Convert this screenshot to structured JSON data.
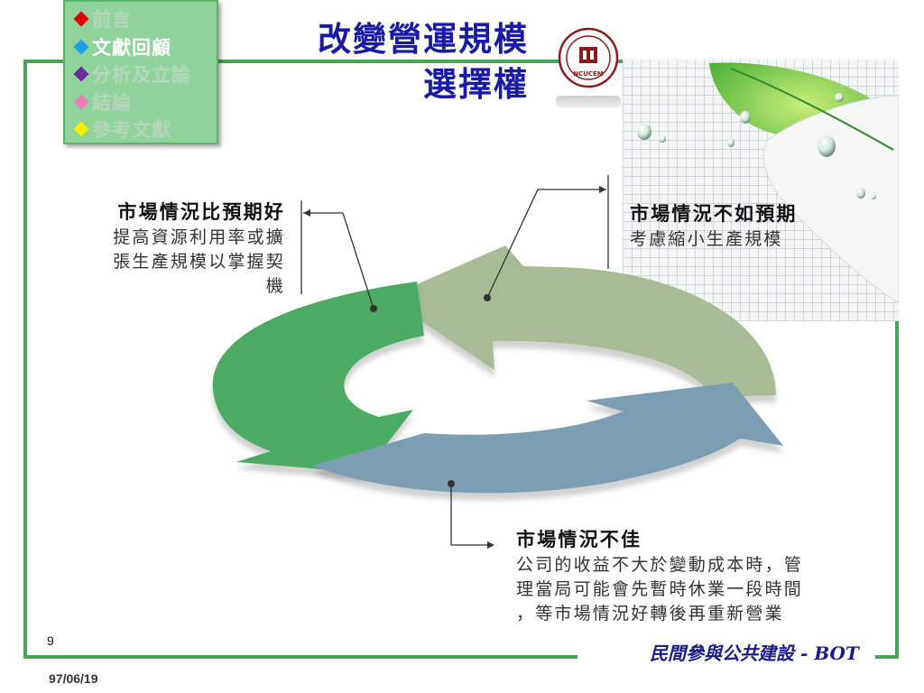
{
  "nav": {
    "items": [
      {
        "label": "前言",
        "color": "#e00000",
        "active": false
      },
      {
        "label": "文獻回顧",
        "color": "#1e9cf0",
        "active": true
      },
      {
        "label": "分析及立論",
        "color": "#6a2da0",
        "active": false
      },
      {
        "label": "結論",
        "color": "#f07ac0",
        "active": false
      },
      {
        "label": "參考文獻",
        "color": "#f5f000",
        "active": false
      }
    ]
  },
  "title": {
    "line1": "改變營運規模",
    "line2": "選擇權"
  },
  "seal": {
    "text": "NCUCEM"
  },
  "labels": {
    "left": {
      "head": "市場情況比預期好",
      "body": [
        "提高資源利用率或擴",
        "張生產規模以掌握契",
        "機"
      ]
    },
    "right": {
      "head": "市場情況不如預期",
      "body": [
        "考慮縮小生產規模"
      ]
    },
    "bottom": {
      "head": "市場情況不佳",
      "body": [
        "公司的收益不大於變動成本時，管",
        "理當局可能會先暫時休業一段時間",
        "，等市場情況好轉後再重新營業"
      ]
    }
  },
  "footer": {
    "page_number": "9",
    "date": "97/06/19",
    "caption": "民間參與公共建設 - BOT"
  },
  "colors": {
    "frame": "#4aa35a",
    "title": "#1a1aa6",
    "arrow_green": "#4bab63",
    "arrow_sage": "#a9bb95",
    "arrow_blue": "#7b9eb5"
  }
}
